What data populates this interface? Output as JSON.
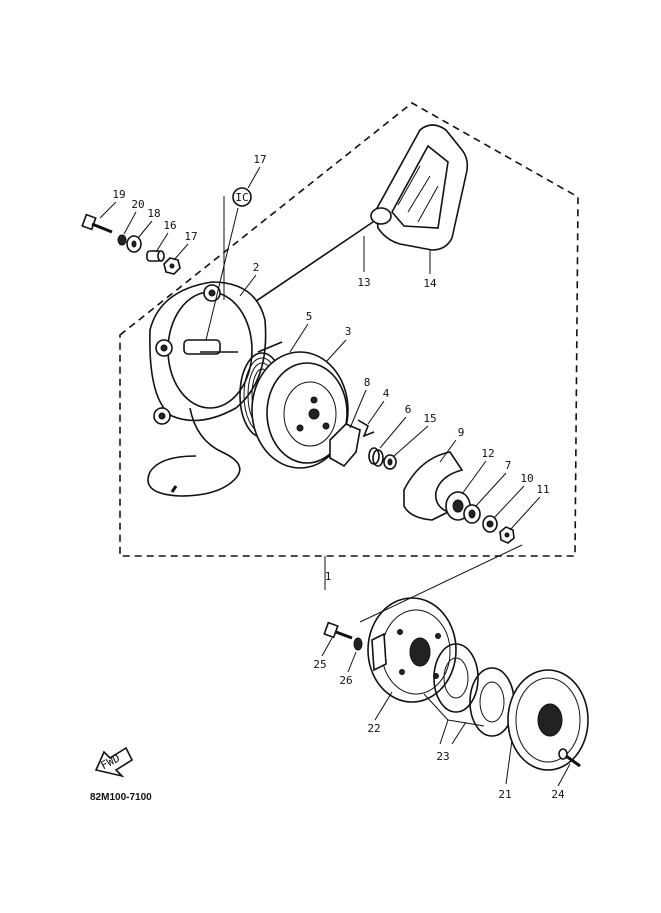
{
  "diagram_code": "82M100-7100",
  "fwd_label": "FWD",
  "cap_label": "IC",
  "callouts": {
    "c1": "1",
    "c2": "2",
    "c3": "3",
    "c4": "4",
    "c5": "5",
    "c6": "6",
    "c7": "7",
    "c8": "8",
    "c9": "9",
    "c10": "10",
    "c11": "11",
    "c12": "12",
    "c13": "13",
    "c14": "14",
    "c15": "15",
    "c16": "16",
    "c17a": "17",
    "c17b": "17",
    "c18": "18",
    "c19": "19",
    "c20": "20",
    "c21": "21",
    "c22": "22",
    "c23": "23",
    "c24": "24",
    "c25": "25",
    "c26": "26"
  }
}
